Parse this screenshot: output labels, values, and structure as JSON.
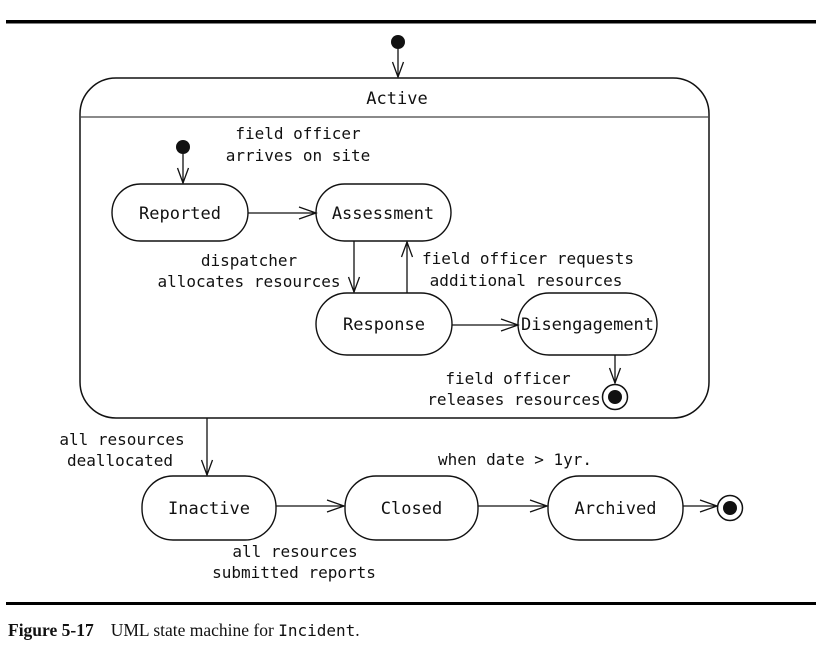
{
  "diagram": {
    "composite_state_title": "Active",
    "states": {
      "reported": "Reported",
      "assessment": "Assessment",
      "response": "Response",
      "disengagement": "Disengagement",
      "inactive": "Inactive",
      "closed": "Closed",
      "archived": "Archived"
    },
    "transitions": {
      "arrives": {
        "line1": "field officer",
        "line2": "arrives on site"
      },
      "dispatcher": {
        "line1": "dispatcher",
        "line2": "allocates resources"
      },
      "requests": {
        "line1": "field officer requests",
        "line2": "additional resources"
      },
      "releases": {
        "line1": "field officer",
        "line2": "releases resources"
      },
      "deallocated": {
        "line1": "all resources",
        "line2": "deallocated"
      },
      "submitted": {
        "line1": "all resources",
        "line2": "submitted reports"
      },
      "archive_when": "when date > 1yr."
    }
  },
  "caption": {
    "figure_label": "Figure 5-17",
    "text": "UML state machine for ",
    "code_term": "Incident",
    "period": "."
  },
  "colors": {
    "line": "#111111",
    "rule": "#000000",
    "background": "#ffffff"
  }
}
